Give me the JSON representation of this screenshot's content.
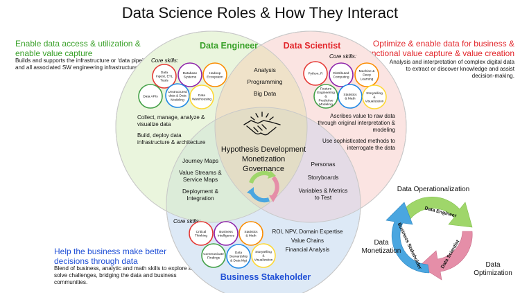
{
  "title": "Data Science Roles & How They Interact",
  "data_engineer": {
    "heading": "Enable data access & utilization & enable value capture",
    "description": "Builds and supports the infrastructure or ‘data pipe’ and all associated SW engineering infrastructure tasks.",
    "role_title": "Data Engineer",
    "core_label": "Core skills:",
    "skills": [
      "Data Ingest, ETL Tools",
      "Database Systems",
      "Hadoop Ecosystem",
      "Data APIs",
      "Unstructured data & Data Modeling",
      "Data Warehousing"
    ],
    "tasks": [
      "Collect, manage, analyze & visualize data",
      "Build, deploy data infrastructure & architecture"
    ],
    "color": "#3aa12a"
  },
  "data_scientist": {
    "heading": "Optimize & enable data for business & functional value capture & value creation",
    "description": "Analysis and interpretation of complex digital data to extract or discover knowledge and assist decision-making.",
    "role_title": "Data Scientist",
    "core_label": "Core skills:",
    "skills": [
      "Python, R",
      "Distributed Computing",
      "Machine & Deep Learning",
      "Feature Engineering & Predictive Modeling",
      "Statistics & Math",
      "Storytelling & Visualization"
    ],
    "tasks": [
      "Ascribes value to raw data through original interpretation & modeling",
      "Use sophisticated methods to interrogate the data"
    ],
    "color": "#e2262b"
  },
  "business_stakeholder": {
    "heading": "Help the business make better decisions through data",
    "description": "Blend of business, analytic and math skills to explore and solve challenges, bridging the data and business communities.",
    "role_title": "Business Stakeholder",
    "core_label": "Core skills:",
    "skills": [
      "Critical Thinking",
      "Business Intelligence",
      "Statistics & Math",
      "Communicate Findings",
      "Data Stewardship & Data Mgt",
      "Storytelling & Visualization"
    ],
    "tasks": [
      "ROI, NPV, Domain Expertise",
      "Value Chains",
      "Financial Analysis"
    ],
    "color": "#1f4fd6"
  },
  "overlaps": {
    "de_ds": [
      "Analysis",
      "Programming",
      "Big Data"
    ],
    "de_bs": [
      "Journey Maps",
      "Value Streams & Service Maps",
      "Deployment & Integration"
    ],
    "ds_bs": [
      "Personas",
      "Storyboards",
      "Variables & Metrics to Test"
    ],
    "center": [
      "Hypothesis Development",
      "Monetization",
      "Governance"
    ]
  },
  "cycle": {
    "top_label": "Data Operationalization",
    "left_label": "Data Monetization",
    "right_label": "Data Optimization",
    "arrow_de": "Data Engineer",
    "arrow_ds": "Data Scientist",
    "arrow_bs": "Business Stakeholder",
    "colors": [
      "#9fd66a",
      "#e58ea8",
      "#4aa6e0"
    ]
  },
  "palette": {
    "de_fill": "#eaf5dd",
    "ds_fill": "#fbe4e2",
    "bs_fill": "#dde9f6",
    "center_fill": "#e3ddc6",
    "de_ds_fill": "#efe2c9",
    "de_bs_fill": "#dcecd9",
    "ds_bs_fill": "#e4dbe6"
  }
}
